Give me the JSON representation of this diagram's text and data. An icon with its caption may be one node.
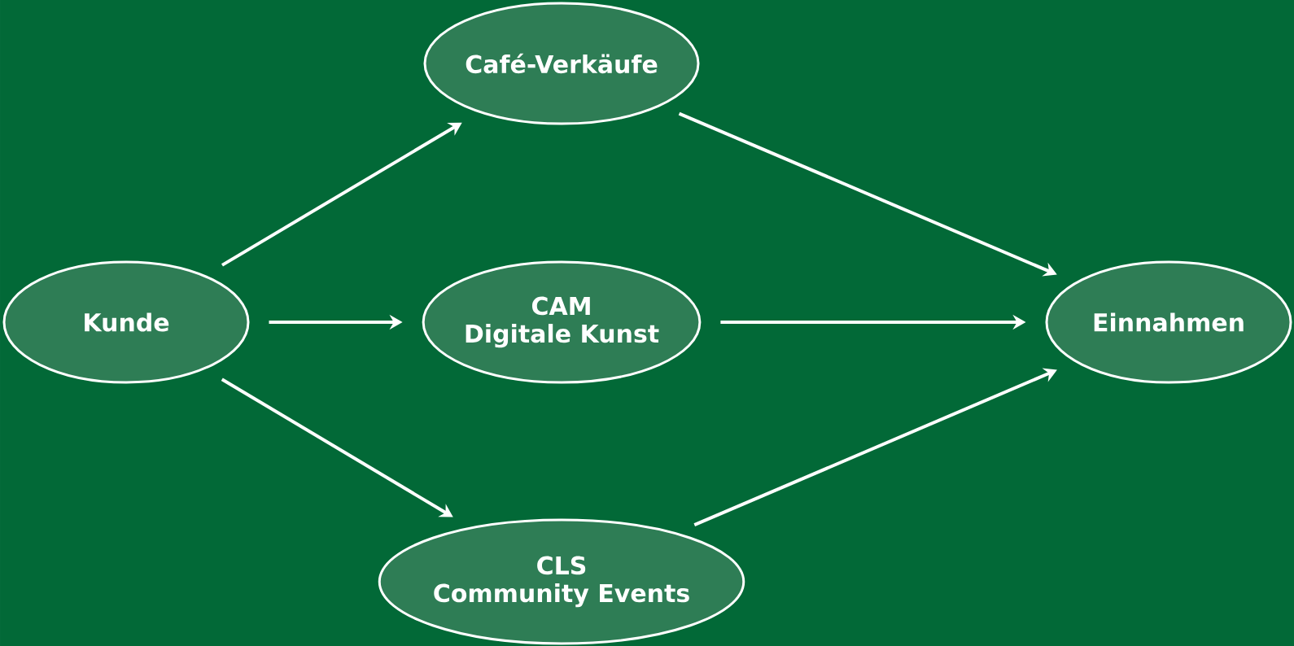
{
  "diagram": {
    "nodes": [
      {
        "text": [
          "Kunde"
        ]
      },
      {
        "text": [
          "Café-Verkäufe"
        ]
      },
      {
        "text": [
          "CAM",
          "Digitale Kunst"
        ]
      },
      {
        "text": [
          "CLS",
          "Community Events"
        ]
      },
      {
        "text": [
          "Einnahmen"
        ]
      }
    ],
    "edges": [
      {
        "from": 0,
        "to": 1,
        "arrow": "to"
      },
      {
        "from": 0,
        "to": 2,
        "arrow": "to"
      },
      {
        "from": 0,
        "to": 3,
        "arrow": "to"
      },
      {
        "from": 1,
        "to": 4,
        "arrow": "to"
      },
      {
        "from": 2,
        "to": 4,
        "arrow": "to"
      },
      {
        "from": 3,
        "to": 4,
        "arrow": "to"
      }
    ]
  }
}
